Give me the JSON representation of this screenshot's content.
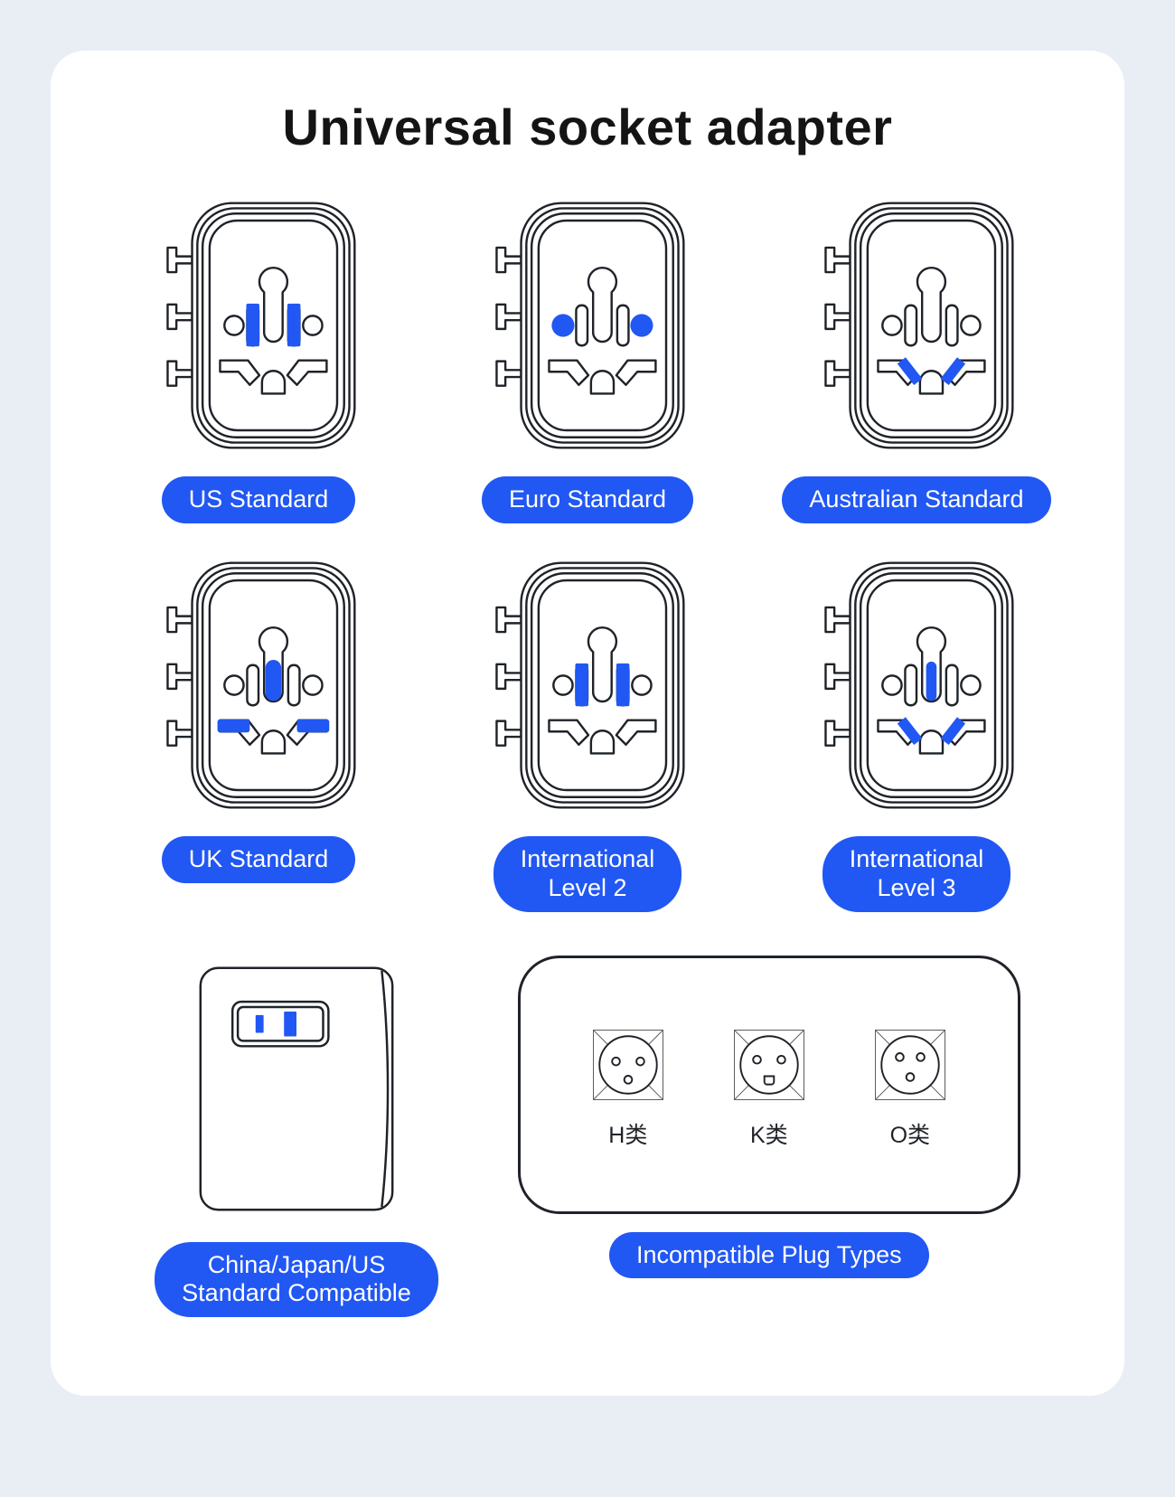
{
  "page": {
    "title": "Universal socket adapter",
    "background_color": "#e9edf4",
    "card_color": "#ffffff",
    "accent_color": "#2157f3",
    "outline_color": "#1f2329"
  },
  "sockets": [
    {
      "label": "US Standard"
    },
    {
      "label": "Euro Standard"
    },
    {
      "label": "Australian Standard"
    },
    {
      "label": "UK Standard"
    },
    {
      "label": "International",
      "label2": "Level 2"
    },
    {
      "label": "International",
      "label2": "Level 3"
    }
  ],
  "adapter": {
    "label_line1": "China/Japan/US",
    "label_line2": "Standard Compatible"
  },
  "incompatible": {
    "label": "Incompatible Plug Types",
    "plug_types": [
      {
        "label": "H类"
      },
      {
        "label": "K类"
      },
      {
        "label": "O类"
      }
    ]
  }
}
